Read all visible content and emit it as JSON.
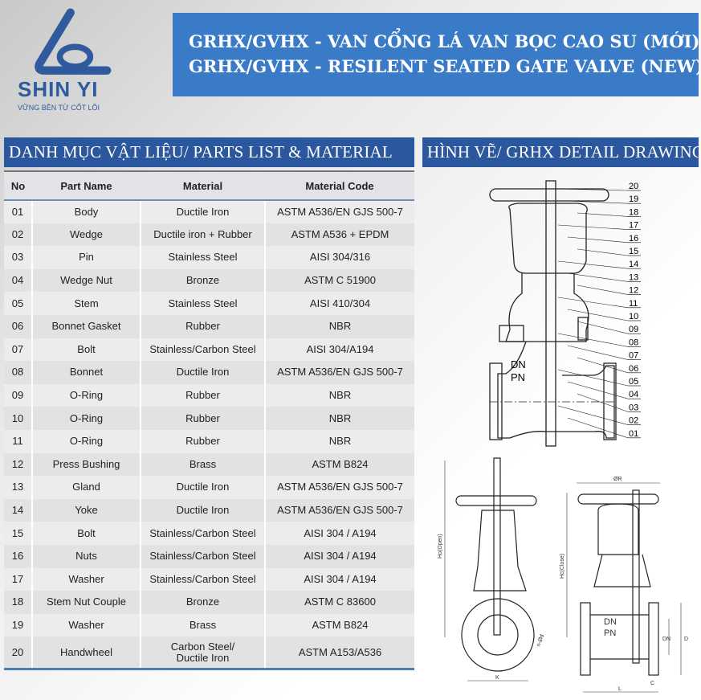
{
  "brand": {
    "name": "SHIN YI",
    "tagline": "VỮNG BỀN TỪ CỐT LÕI"
  },
  "title": {
    "line1": "GRHX/GVHX - VAN CỔNG LÁ VAN BỌC CAO SU (MỚI)",
    "line2": "GRHX/GVHX - RESILENT SEATED GATE VALVE (NEW)"
  },
  "parts_heading": "DANH MỤC VẬT LIỆU/ PARTS LIST & MATERIAL",
  "drawing_heading": "HÌNH VẼ/ GRHX DETAIL DRAWING",
  "table": {
    "headers": [
      "No",
      "Part Name",
      "Material",
      "Material Code"
    ],
    "rows": [
      [
        "01",
        "Body",
        "Ductile Iron",
        "ASTM A536/EN GJS 500-7"
      ],
      [
        "02",
        "Wedge",
        "Ductile iron + Rubber",
        "ASTM A536 + EPDM"
      ],
      [
        "03",
        "Pin",
        "Stainless Steel",
        "AISI 304/316"
      ],
      [
        "04",
        "Wedge Nut",
        "Bronze",
        "ASTM C 51900"
      ],
      [
        "05",
        "Stem",
        "Stainless Steel",
        "AISI 410/304"
      ],
      [
        "06",
        "Bonnet Gasket",
        "Rubber",
        "NBR"
      ],
      [
        "07",
        "Bolt",
        "Stainless/Carbon Steel",
        "AISI 304/A194"
      ],
      [
        "08",
        "Bonnet",
        "Ductile Iron",
        "ASTM A536/EN GJS 500-7"
      ],
      [
        "09",
        "O-Ring",
        "Rubber",
        "NBR"
      ],
      [
        "10",
        "O-Ring",
        "Rubber",
        "NBR"
      ],
      [
        "11",
        "O-Ring",
        "Rubber",
        "NBR"
      ],
      [
        "12",
        "Press Bushing",
        "Brass",
        "ASTM B824"
      ],
      [
        "13",
        "Gland",
        "Ductile Iron",
        "ASTM A536/EN GJS 500-7"
      ],
      [
        "14",
        "Yoke",
        "Ductile Iron",
        "ASTM A536/EN GJS 500-7"
      ],
      [
        "15",
        "Bolt",
        "Stainless/Carbon Steel",
        "AISI 304 / A194"
      ],
      [
        "16",
        "Nuts",
        "Stainless/Carbon Steel",
        "AISI 304 / A194"
      ],
      [
        "17",
        "Washer",
        "Stainless/Carbon Steel",
        "AISI 304 / A194"
      ],
      [
        "18",
        "Stem Nut Couple",
        "Bronze",
        "ASTM C 83600"
      ],
      [
        "19",
        "Washer",
        "Brass",
        "ASTM B824"
      ],
      [
        "20",
        "Handwheel",
        "Carbon Steel/\nDuctile Iron",
        "ASTM A153/A536"
      ]
    ]
  },
  "drawing": {
    "callouts": [
      "20",
      "19",
      "18",
      "17",
      "16",
      "15",
      "14",
      "13",
      "12",
      "11",
      "10",
      "09",
      "08",
      "07",
      "06",
      "05",
      "04",
      "03",
      "02",
      "01"
    ],
    "body_marks": [
      "DN",
      "PN"
    ],
    "dims": {
      "open": "Ho(Open)",
      "close": "Hc(Close)",
      "r": "ØR",
      "k": "K",
      "l": "L",
      "c": "C",
      "d": "D",
      "dn": "DN",
      "bolts": "n-Ød"
    }
  },
  "colors": {
    "title_bg": "#3a7bc8",
    "section_bg": "#2b579e",
    "brand": "#2f5b9e"
  }
}
